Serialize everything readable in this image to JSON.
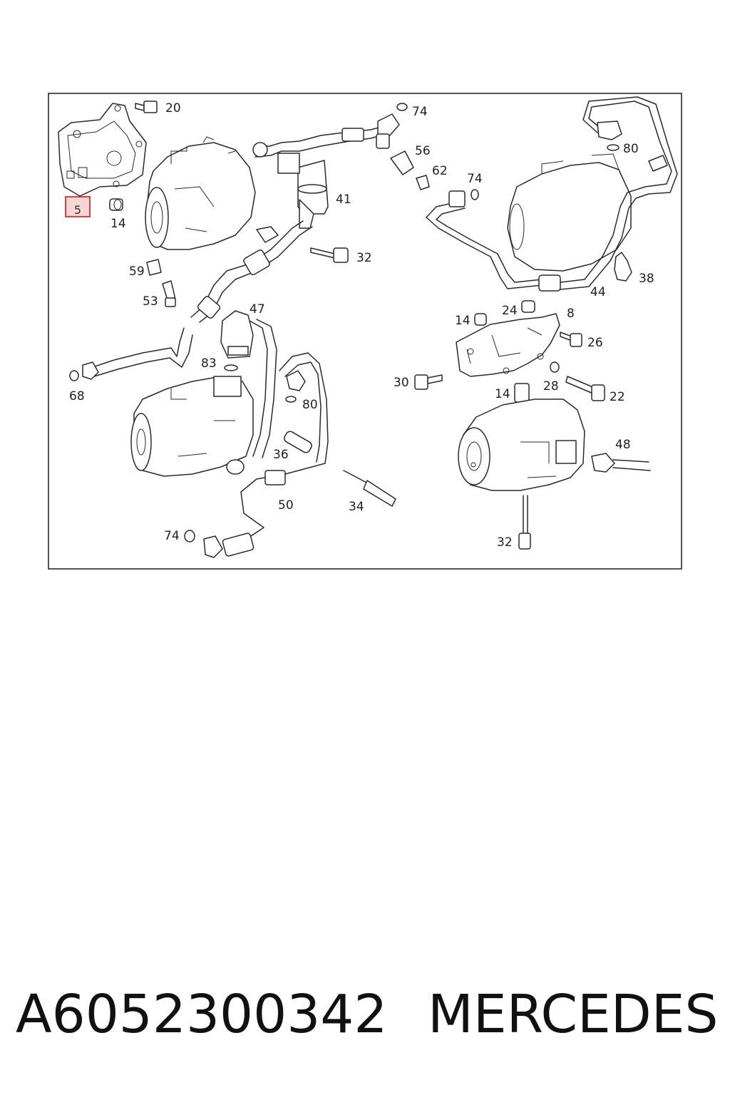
{
  "diagram": {
    "callouts": [
      {
        "id": "c5",
        "text": "5",
        "highlighted": true
      },
      {
        "id": "c14a",
        "text": "14"
      },
      {
        "id": "c20",
        "text": "20"
      },
      {
        "id": "c74a",
        "text": "74"
      },
      {
        "id": "c56",
        "text": "56"
      },
      {
        "id": "c62",
        "text": "62"
      },
      {
        "id": "c74b",
        "text": "74"
      },
      {
        "id": "c80a",
        "text": "80"
      },
      {
        "id": "c41",
        "text": "41"
      },
      {
        "id": "c32a",
        "text": "32"
      },
      {
        "id": "c59",
        "text": "59"
      },
      {
        "id": "c53",
        "text": "53"
      },
      {
        "id": "c47",
        "text": "47"
      },
      {
        "id": "c38",
        "text": "38"
      },
      {
        "id": "c44",
        "text": "44"
      },
      {
        "id": "c14b",
        "text": "14"
      },
      {
        "id": "c24",
        "text": "24"
      },
      {
        "id": "c8",
        "text": "8"
      },
      {
        "id": "c26",
        "text": "26"
      },
      {
        "id": "c68",
        "text": "68"
      },
      {
        "id": "c83",
        "text": "83"
      },
      {
        "id": "c80b",
        "text": "80"
      },
      {
        "id": "c30",
        "text": "30"
      },
      {
        "id": "c28",
        "text": "28"
      },
      {
        "id": "c22",
        "text": "22"
      },
      {
        "id": "c14c",
        "text": "14"
      },
      {
        "id": "c36",
        "text": "36"
      },
      {
        "id": "c48",
        "text": "48"
      },
      {
        "id": "c50",
        "text": "50"
      },
      {
        "id": "c34",
        "text": "34"
      },
      {
        "id": "c74c",
        "text": "74"
      },
      {
        "id": "c32b",
        "text": "32"
      }
    ],
    "highlight_color": "#d8191b"
  },
  "caption": {
    "part_number": "A6052300342",
    "brand": "MERCEDES"
  }
}
